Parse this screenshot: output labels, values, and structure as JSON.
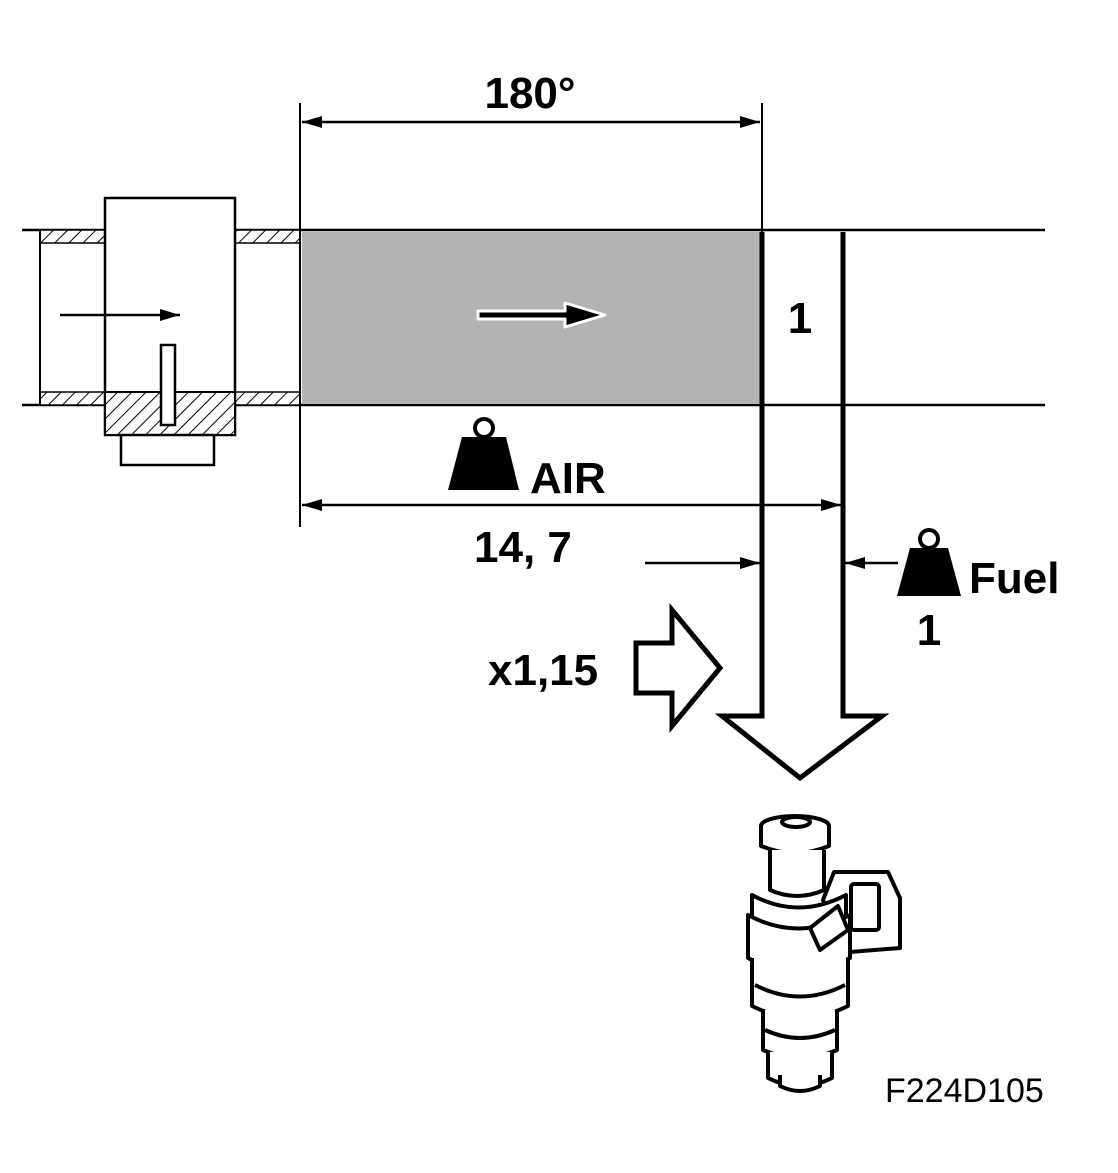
{
  "diagram": {
    "angle_label": "180°",
    "cylinder_label": "1",
    "air_label": "AIR",
    "air_ratio": "14, 7",
    "fuel_label": "Fuel",
    "fuel_ratio": "1",
    "multiplier_label": "x1,15",
    "figure_code": "F224D105"
  },
  "colors": {
    "line": "#000000",
    "air_column": "#b3b3b3",
    "background": "#ffffff"
  },
  "icons": [
    "weight-icon",
    "weight-icon",
    "arrow-right-icon",
    "outline-arrow-right-icon",
    "outline-arrow-down-icon",
    "fuel-injector-icon"
  ]
}
